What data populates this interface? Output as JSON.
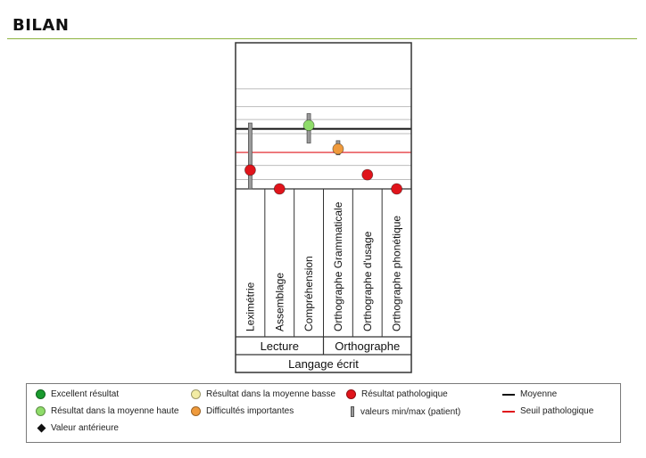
{
  "header": {
    "title": "BILAN"
  },
  "chart_data": {
    "type": "scatter",
    "categories": [
      "Leximétrie",
      "Assemblage",
      "Compréhension",
      "Orthographe Grammaticale",
      "Orthographe d'usage",
      "Orthographe phonétique"
    ],
    "groups": [
      {
        "label": "Lecture",
        "span": 3
      },
      {
        "label": "Orthographe",
        "span": 3
      }
    ],
    "super_group": "Langage écrit",
    "reference_lines": {
      "moyenne": 0.49,
      "seuil_pathologique": 0.69
    },
    "ylim": [
      0,
      1
    ],
    "points": [
      {
        "category": "Leximétrie",
        "value": 0.84,
        "status": "pathologique",
        "range": [
          0.44,
          1.0
        ]
      },
      {
        "category": "Assemblage",
        "value": 1.0,
        "status": "pathologique",
        "range": null
      },
      {
        "category": "Compréhension",
        "value": 0.46,
        "status": "moyenne_haute",
        "range": [
          0.36,
          0.61
        ]
      },
      {
        "category": "Orthographe Grammaticale",
        "value": 0.66,
        "status": "difficultes",
        "range": [
          0.59,
          0.71
        ]
      },
      {
        "category": "Orthographe d'usage",
        "value": 0.88,
        "status": "pathologique",
        "range": null
      },
      {
        "category": "Orthographe phonétique",
        "value": 1.0,
        "status": "pathologique",
        "range": null
      }
    ],
    "colors": {
      "excellent": "#1a9b2e",
      "moyenne_haute": "#8fdc6a",
      "moyenne_basse": "#f2eca4",
      "pathologique": "#e0141b",
      "difficultes": "#ef9a3c",
      "moyenne_line": "#111111",
      "seuil_line": "#e0141b",
      "grid": "#bdbdbd",
      "range_bar": "#9a9a9a"
    }
  },
  "legend": {
    "excellent": "Excellent résultat",
    "moyenne_haute": "Résultat dans la moyenne haute",
    "valeur_anterieure": "Valeur antérieure",
    "moyenne_basse": "Résultat dans la moyenne basse",
    "difficultes": "Difficultés importantes",
    "pathologique": "Résultat pathologique",
    "minmax": "valeurs min/max (patient)",
    "moyenne": "Moyenne",
    "seuil": "Seuil pathologique"
  }
}
